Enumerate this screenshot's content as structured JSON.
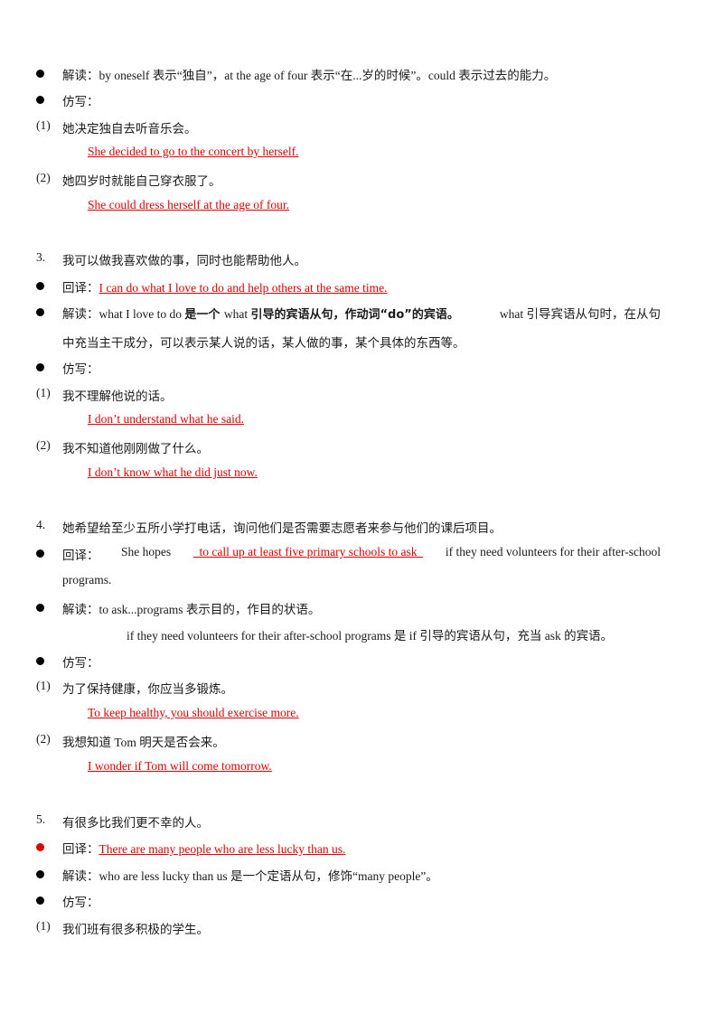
{
  "lines": {
    "l1": {
      "label": "解读：",
      "text": "by oneself 表示“独自”，at the age of four 表示“在...岁的时候”。could 表示过去的能力。"
    },
    "l2": {
      "label": "仿写："
    },
    "l3": {
      "num": "(1)",
      "text": "她决定独自去听音乐会。"
    },
    "l4": {
      "answer": "She decided to go to the concert by herself."
    },
    "l5": {
      "num": "(2)",
      "text": "她四岁时就能自己穿衣服了。"
    },
    "l6": {
      "answer": "She could dress herself at the age of four."
    },
    "l7": {
      "num": "3.",
      "text": "我可以做我喜欢做的事，同时也能帮助他人。"
    },
    "l8": {
      "label": "回译：",
      "answer": "I can do what I love to do and help others at the same time."
    },
    "l9": {
      "label": "解读：",
      "pre": "what I love to do ",
      "bold": "是一个 ",
      "mid": "what ",
      "bold2": "引导的宾语从句，作动词“do”的宾语。",
      "post": "what 引导宾语从句时，在从句"
    },
    "l10": {
      "text": "中充当主干成分，可以表示某人说的话，某人做的事，某个具体的东西等。"
    },
    "l11": {
      "label": "仿写："
    },
    "l12": {
      "num": "(1)",
      "text": "我不理解他说的话。"
    },
    "l13": {
      "answer": "I don’t understand what he said."
    },
    "l14": {
      "num": "(2)",
      "text": "我不知道他刚刚做了什么。"
    },
    "l15": {
      "answer": "I don’t know what he did just now."
    },
    "l16": {
      "num": "4.",
      "text": "她希望给至少五所小学打电话，询问他们是否需要志愿者来参与他们的课后项目。"
    },
    "l17": {
      "label": "回译：",
      "pre": "She hopes",
      "answer": "  to call up at least five primary schools to ask  ",
      "post": "if they need volunteers for their after-school"
    },
    "l18": {
      "text": "programs."
    },
    "l19": {
      "label": "解读：",
      "text": "to ask...programs 表示目的，作目的状语。"
    },
    "l20": {
      "text": "if they need volunteers for their after-school programs 是 if 引导的宾语从句，充当 ask 的宾语。"
    },
    "l21": {
      "label": "仿写："
    },
    "l22": {
      "num": "(1)",
      "text": "为了保持健康，你应当多锻炼。"
    },
    "l23": {
      "answer": "To keep healthy, you should exercise more."
    },
    "l24": {
      "num": "(2)",
      "text": "我想知道 Tom 明天是否会来。"
    },
    "l25": {
      "answer": "I wonder if Tom will come tomorrow."
    },
    "l26": {
      "num": "5.",
      "text": "有很多比我们更不幸的人。"
    },
    "l27": {
      "label": "回译：",
      "answer": "There are many people who are less lucky than us."
    },
    "l28": {
      "label": "解读：",
      "text": "who are less lucky than us 是一个定语从句，修饰“many people”。"
    },
    "l29": {
      "label": "仿写："
    },
    "l30": {
      "num": "(1)",
      "text": "我们班有很多积极的学生。"
    }
  }
}
